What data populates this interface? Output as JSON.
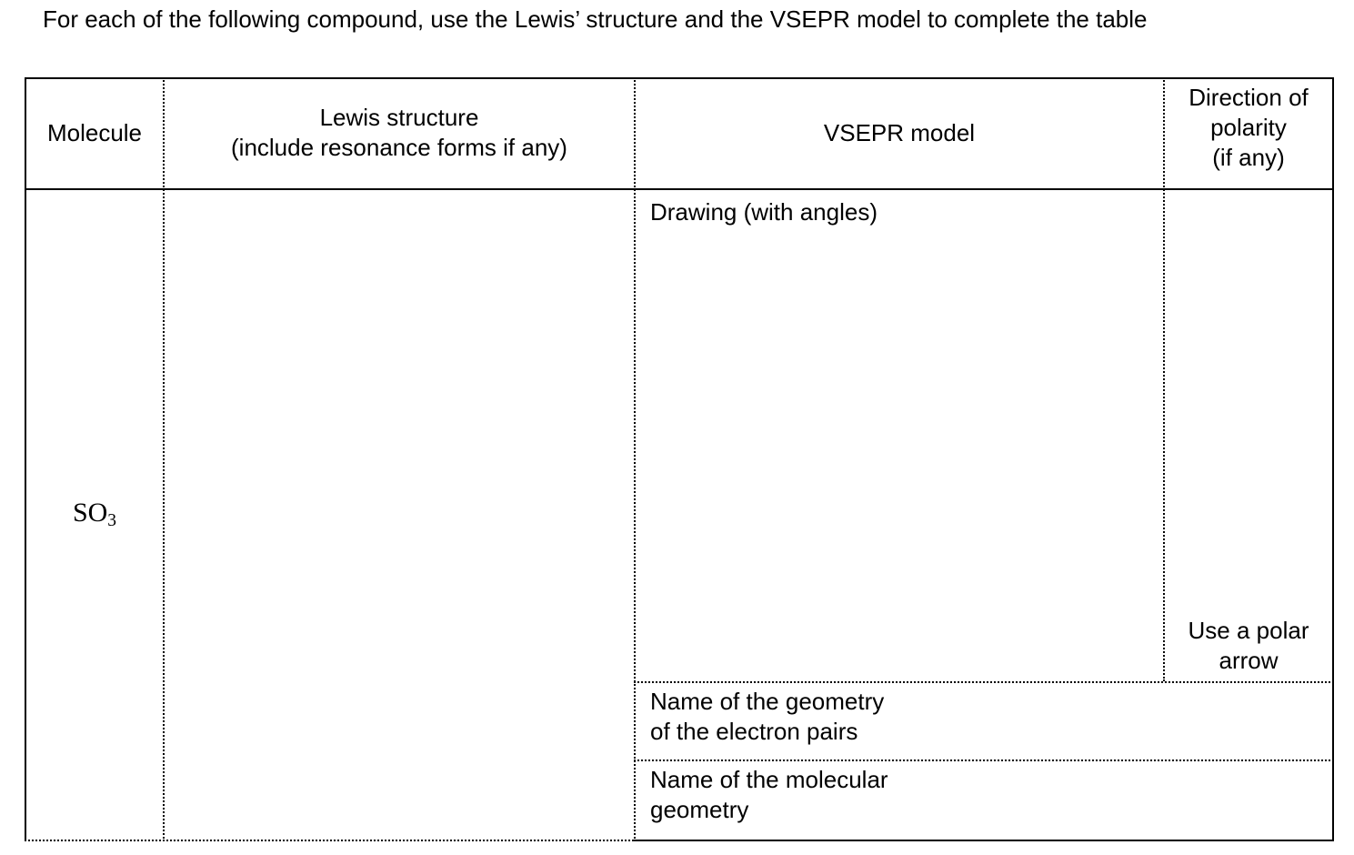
{
  "worksheet": {
    "instruction": "For each of the following compound, use the Lewis’ structure and the VSEPR model to complete the table"
  },
  "table": {
    "headers": {
      "molecule": "Molecule",
      "lewis_line1": "Lewis structure",
      "lewis_line2": "(include resonance forms if any)",
      "vsepr": "VSEPR model",
      "polarity_line1": "Direction of",
      "polarity_line2": "polarity",
      "polarity_line3": "(if any)"
    },
    "rows": [
      {
        "molecule_formula": "SO",
        "molecule_subscript": "3",
        "lewis_structure_answer": "",
        "vsepr": {
          "drawing_prompt": "Drawing (with angles)",
          "drawing_answer": "",
          "electron_pair_geometry_line1": "Name of the geometry",
          "electron_pair_geometry_line2": "of the electron pairs",
          "electron_pair_geometry_answer": "",
          "molecular_geometry_line1": "Name of the molecular",
          "molecular_geometry_line2": "geometry",
          "molecular_geometry_answer": ""
        },
        "polarity": {
          "hint_line1": "Use a polar",
          "hint_line2": "arrow",
          "answer": ""
        }
      }
    ]
  }
}
